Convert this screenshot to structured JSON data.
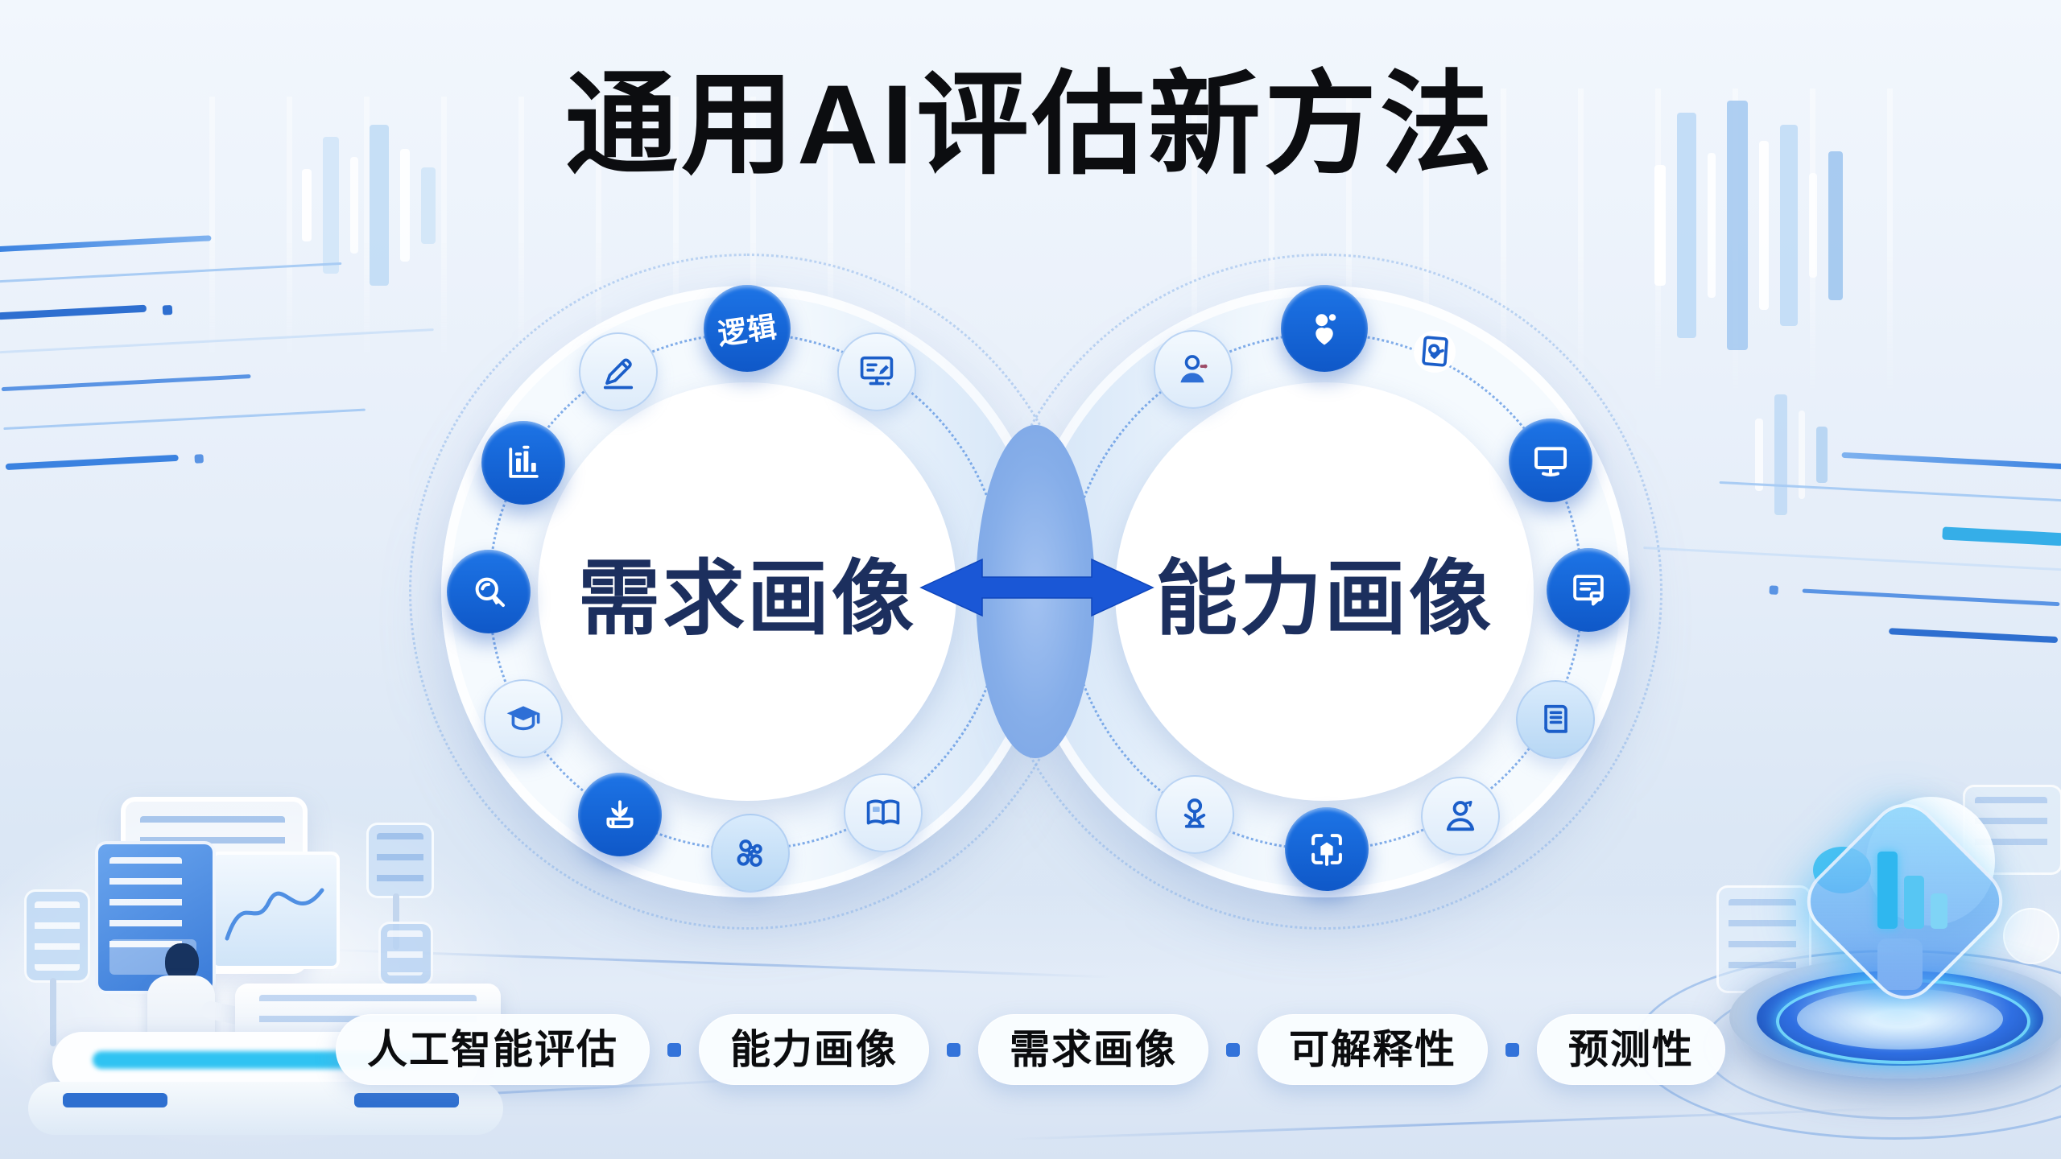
{
  "title": "通用AI评估新方法",
  "left_circle": {
    "label": "需求画像",
    "badge_label": "逻辑",
    "icons": [
      "writing-tool-icon",
      "logic-badge",
      "monitor-edit-icon",
      "bar-chart-icon",
      "search-icon",
      "graduation-cap-icon",
      "book-sprout-icon",
      "molecule-icon",
      "open-book-icon"
    ]
  },
  "right_circle": {
    "label": "能力画像",
    "icons": [
      "person-voice-icon",
      "people-heart-icon",
      "certificate-check-icon",
      "monitor-icon",
      "document-chat-icon",
      "book-lines-icon",
      "person-icon",
      "target-frame-icon",
      "person-podium-icon"
    ]
  },
  "tags": [
    "人工智能评估",
    "能力画像",
    "需求画像",
    "可解释性",
    "预测性"
  ],
  "colors": {
    "accent_blue": "#1565d6",
    "navy_text": "#1c2f5e",
    "arrow_blue": "#1a57d6",
    "lens_blue": "#8db4ec",
    "tag_dot_blue": "#3373da",
    "cyan_glow": "#2fc3f2",
    "title_black": "#0c0d10"
  }
}
